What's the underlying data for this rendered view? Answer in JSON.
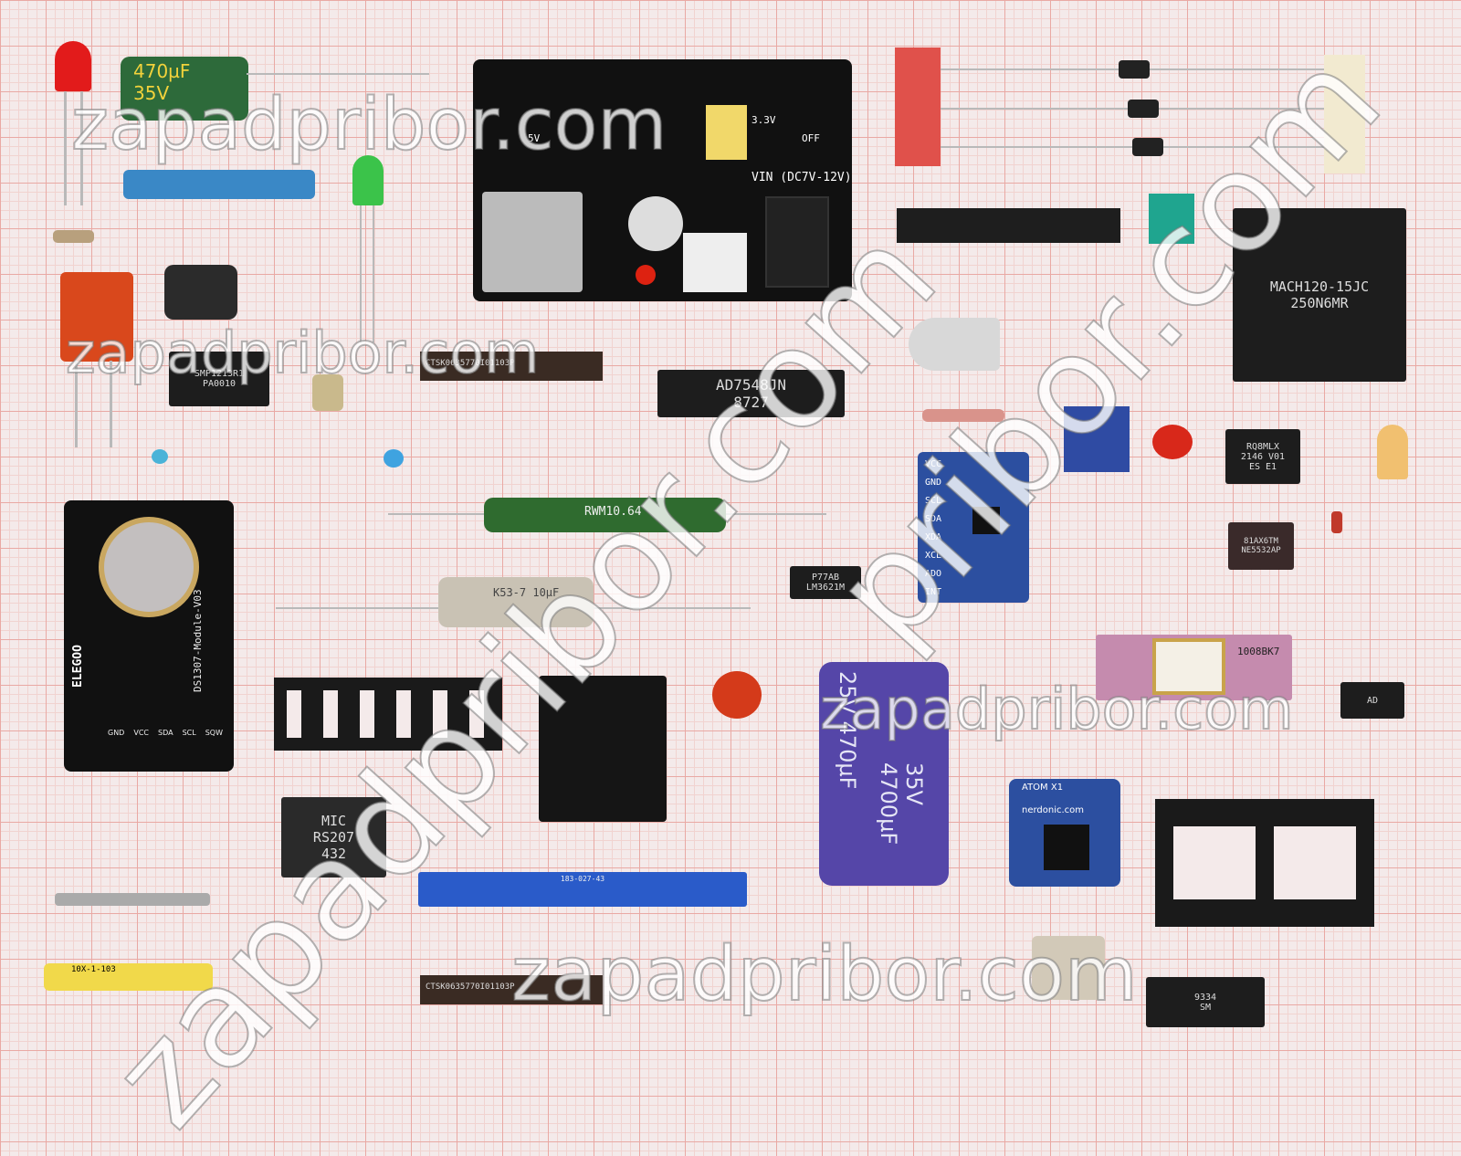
{
  "watermarks": [
    "zapadpribor.com",
    "zapadpribor.com",
    "zapadpribor.com",
    "zapadpribor.com",
    "zapadpribor.com",
    "pribor.com"
  ],
  "components": {
    "electrolytic_small": {
      "label1": "470µF",
      "label2": "35V"
    },
    "power_module": {
      "vin": "VIN (DC7V-12V)",
      "v33": "3.3V",
      "v5": "5V",
      "off": "OFF"
    },
    "mach_chip": {
      "line1": "MACH120-15JC",
      "line2": "250N6MR"
    },
    "smd_chip_left": {
      "line1": "SMP1213R1",
      "line2": "PA0010"
    },
    "resistor_network_top": {
      "label": "CTSK0635770I01103P"
    },
    "ad_chip": {
      "line1": "AD7548JN",
      "line2": "8727"
    },
    "power_resistor": {
      "label": "RWM10.64"
    },
    "capacitor_k53": {
      "label": "K53-7 10µF"
    },
    "lm_chip": {
      "line1": "P77AB",
      "line2": "LM3621M"
    },
    "gy_module": {
      "pins": [
        "VCC",
        "GND",
        "SCL",
        "SDA",
        "XDA",
        "XCL",
        "ADO",
        "INT"
      ]
    },
    "rq_chip": {
      "line1": "RQ8MLX",
      "line2": "2146 V01",
      "line3": "ES E1"
    },
    "ne_chip": {
      "line1": "81AX6TM",
      "line2": "NE5532AP"
    },
    "rtc_module": {
      "title": "DS1307-Module-V03",
      "brand": "ELEGOO",
      "pins": [
        "GND",
        "VCC",
        "SDA",
        "SCL",
        "SQW"
      ]
    },
    "big_capacitor": {
      "line1": "35V",
      "line2": "4700µF",
      "line3": "25V 470µF"
    },
    "ceramic_chip": {
      "label": "1008BK7"
    },
    "ad_small": {
      "label": "AD"
    },
    "nerdonic": {
      "line1": "ATOM X1",
      "line2": "nerdonic.com"
    },
    "mic_chip": {
      "line1": "MIC",
      "line2": "RS207",
      "line3": "432"
    },
    "edge_connector": {
      "label": "183-027-43"
    },
    "resistor_network_bottom": {
      "label": "CTSK0635770I01103P"
    },
    "yellow_network": {
      "label": "10X-1-103"
    },
    "smd_bottom": {
      "line1": "9334",
      "line2": "SM"
    }
  },
  "colors": {
    "grid": "#e9a9a4",
    "paper": "#f4eaea",
    "pcb_blue": "#2c4fa0",
    "capacitor_purple": "#5546a8"
  }
}
